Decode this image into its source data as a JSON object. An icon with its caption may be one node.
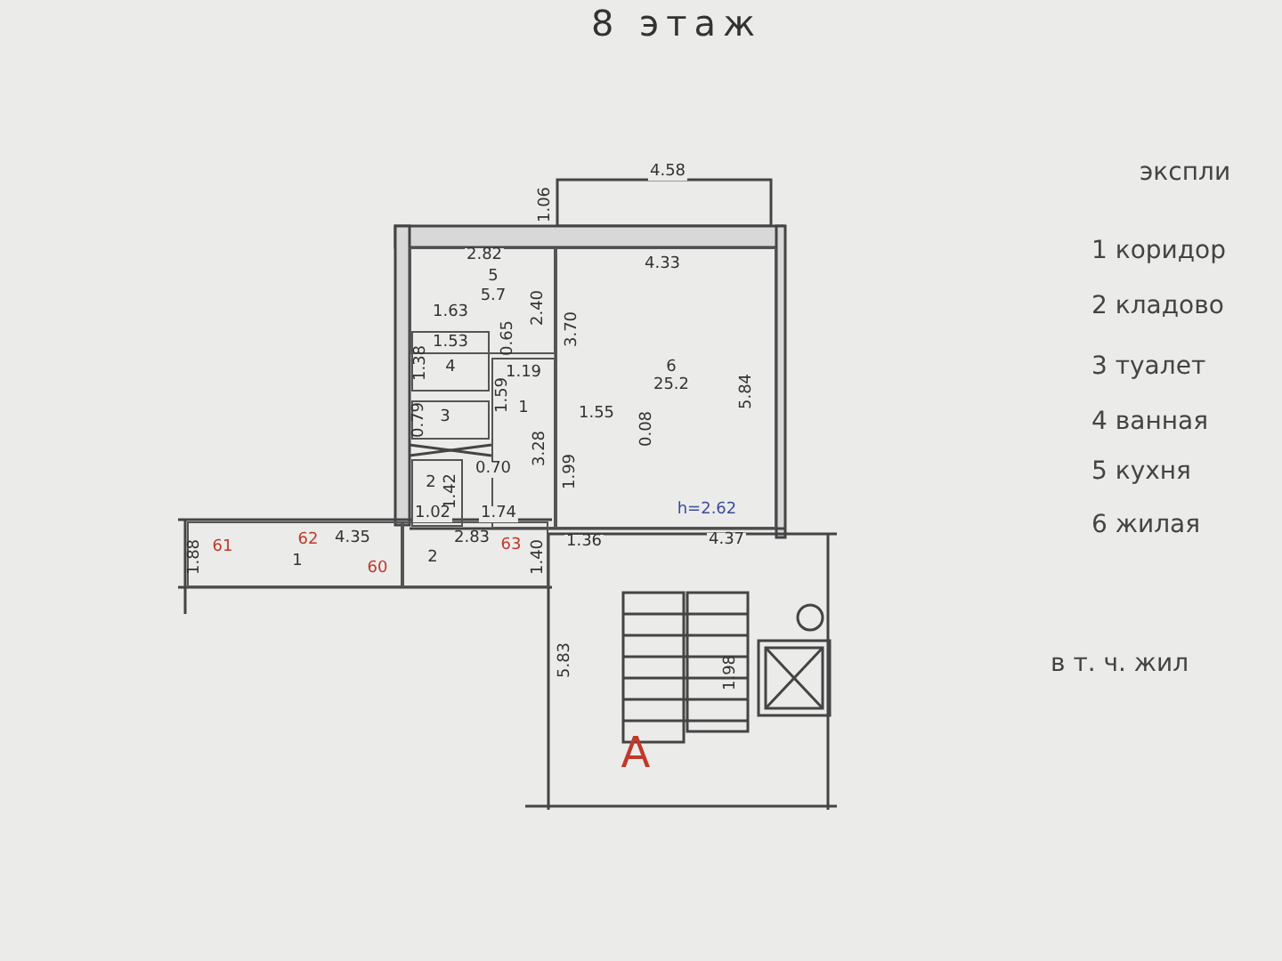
{
  "diagram": {
    "title": "8 этаж",
    "nodes": [
      {
        "text": [
          "5",
          "5.7"
        ]
      },
      {
        "text": [
          "6",
          "25.2"
        ]
      },
      {
        "text": [
          "4"
        ]
      },
      {
        "text": [
          "3"
        ]
      },
      {
        "text": [
          "2"
        ]
      },
      {
        "text": [
          "1"
        ]
      },
      {
        "text": [
          "1"
        ]
      },
      {
        "text": [
          "2"
        ]
      }
    ],
    "labels": [
      "4.58",
      "1.06",
      "2.82",
      "4.33",
      "1.63",
      "2.40",
      "1.53",
      "0.65",
      "3.70",
      "1.38",
      "1.19",
      "1.59",
      "5.84",
      "0.79",
      "1.55",
      "0.08",
      "3.28",
      "0.70",
      "1.99",
      "1.42",
      "1.02",
      "1.74",
      "h=2.62",
      "1.88",
      "61",
      "62",
      "4.35",
      "60",
      "2.83",
      "63",
      "1.40",
      "1.36",
      "4.37",
      "5.83",
      "1.98",
      "А",
      "экспли",
      "1 коридор",
      "2 кладово",
      "3 туалет",
      "4 ванная",
      "5 кухня",
      "6 жилая",
      "в т. ч. жил"
    ]
  }
}
